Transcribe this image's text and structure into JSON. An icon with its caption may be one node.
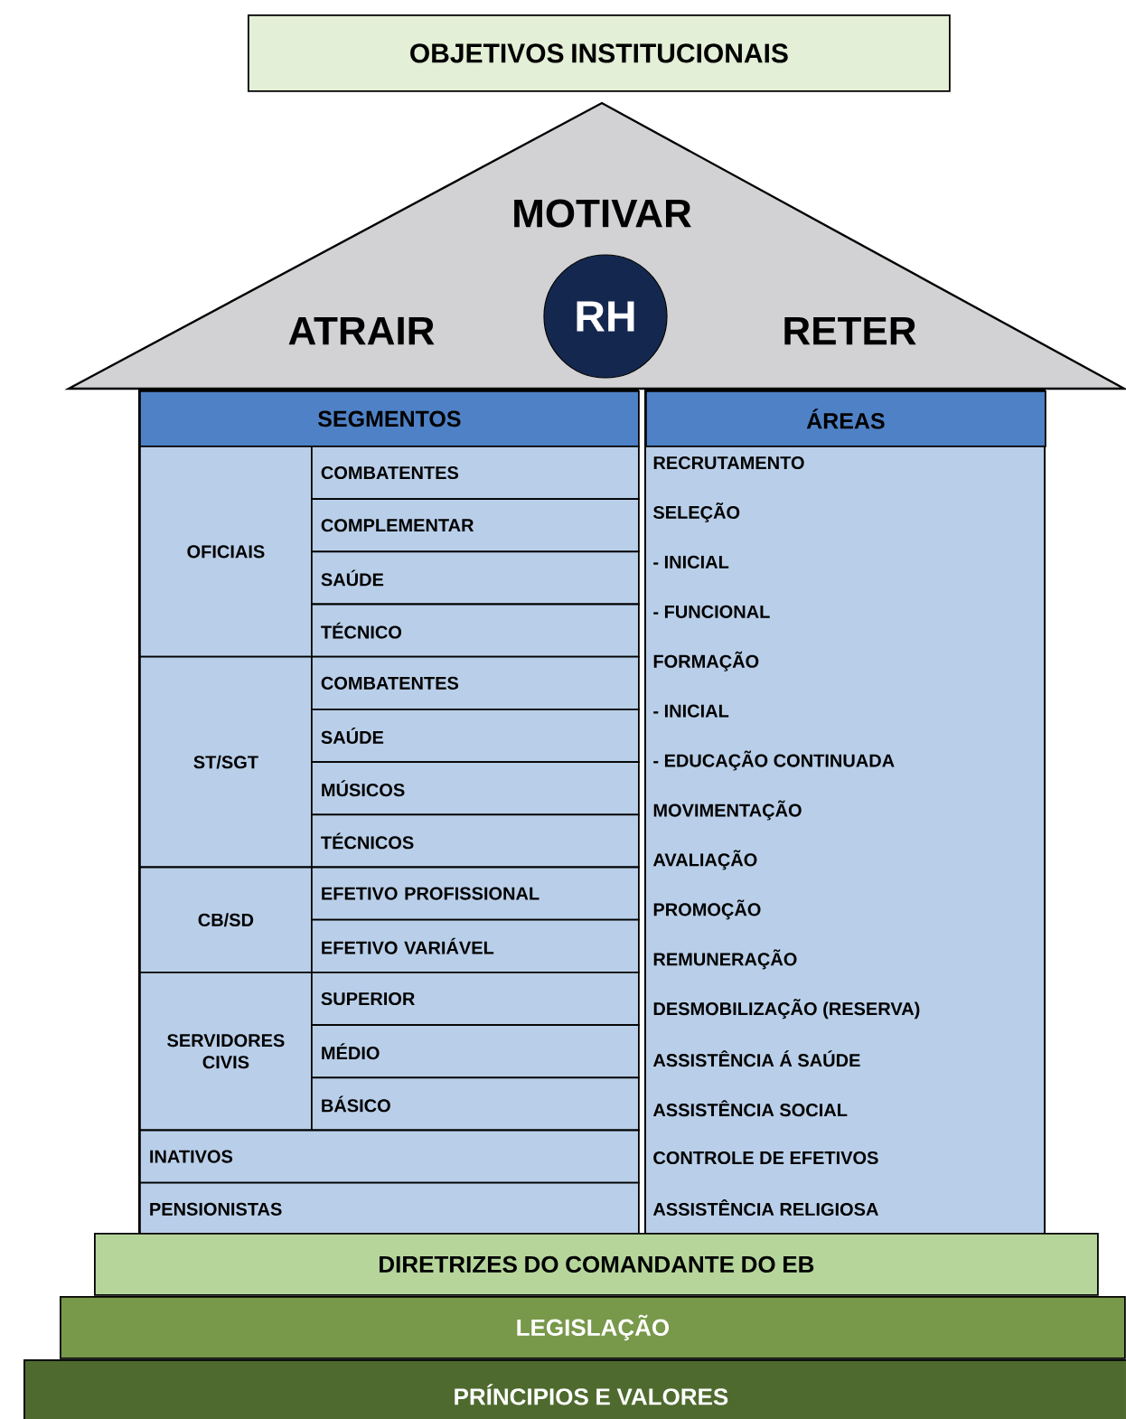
{
  "diagram": {
    "nodes": [
      {
        "text": [
          "OBJETIVOS INSTITUCIONAIS"
        ]
      },
      {
        "text": [
          "MOTIVAR",
          "ATRAIR",
          "RETER"
        ]
      },
      {
        "text": [
          "RH"
        ],
        "in": 1
      },
      {
        "text": [
          "SEGMENTOS"
        ]
      },
      {
        "text": [
          "OFICIAIS"
        ],
        "in": 3
      },
      {
        "text": [
          "COMBATENTES"
        ],
        "in": 3
      },
      {
        "text": [
          "COMPLEMENTAR"
        ],
        "in": 3
      },
      {
        "text": [
          "SAÚDE"
        ],
        "in": 3
      },
      {
        "text": [
          "TÉCNICO"
        ],
        "in": 3
      },
      {
        "text": [
          "ST/SGT"
        ],
        "in": 3
      },
      {
        "text": [
          "COMBATENTES"
        ],
        "in": 3
      },
      {
        "text": [
          "SAÚDE"
        ],
        "in": 3
      },
      {
        "text": [
          "MÚSICOS"
        ],
        "in": 3
      },
      {
        "text": [
          "TÉCNICOS"
        ],
        "in": 3
      },
      {
        "text": [
          "CB/SD"
        ],
        "in": 3
      },
      {
        "text": [
          "EFETIVO PROFISSIONAL"
        ],
        "in": 3
      },
      {
        "text": [
          "EFETIVO VARIÁVEL"
        ],
        "in": 3
      },
      {
        "text": [
          "SERVIDORES CIVIS"
        ],
        "in": 3
      },
      {
        "text": [
          "SUPERIOR"
        ],
        "in": 3
      },
      {
        "text": [
          "MÉDIO"
        ],
        "in": 3
      },
      {
        "text": [
          "BÁSICO"
        ],
        "in": 3
      },
      {
        "text": [
          "INATIVOS"
        ],
        "in": 3
      },
      {
        "text": [
          "PENSIONISTAS"
        ],
        "in": 3
      },
      {
        "text": [
          "ÁREAS",
          "RECRUTAMENTO",
          "SELEÇÃO",
          "- INICIAL",
          "- FUNCIONAL",
          "FORMAÇÃO",
          "- INICIAL",
          "- EDUCAÇÃO CONTINUADA",
          "MOVIMENTAÇÃO",
          "AVALIAÇÃO",
          "PROMOÇÃO",
          "REMUNERAÇÃO",
          "DESMOBILIZAÇÃO (RESERVA)",
          "ASSISTÊNCIA Á SAÚDE",
          "ASSISTÊNCIA SOCIAL",
          "CONTROLE DE EFETIVOS",
          "ASSISTÊNCIA RELIGIOSA"
        ]
      },
      {
        "text": [
          "DIRETRIZES DO COMANDANTE  DO EB"
        ]
      },
      {
        "text": [
          "LEGISLAÇÃO"
        ]
      },
      {
        "text": [
          "PRÍNCIPIOS E VALORES"
        ]
      }
    ]
  }
}
